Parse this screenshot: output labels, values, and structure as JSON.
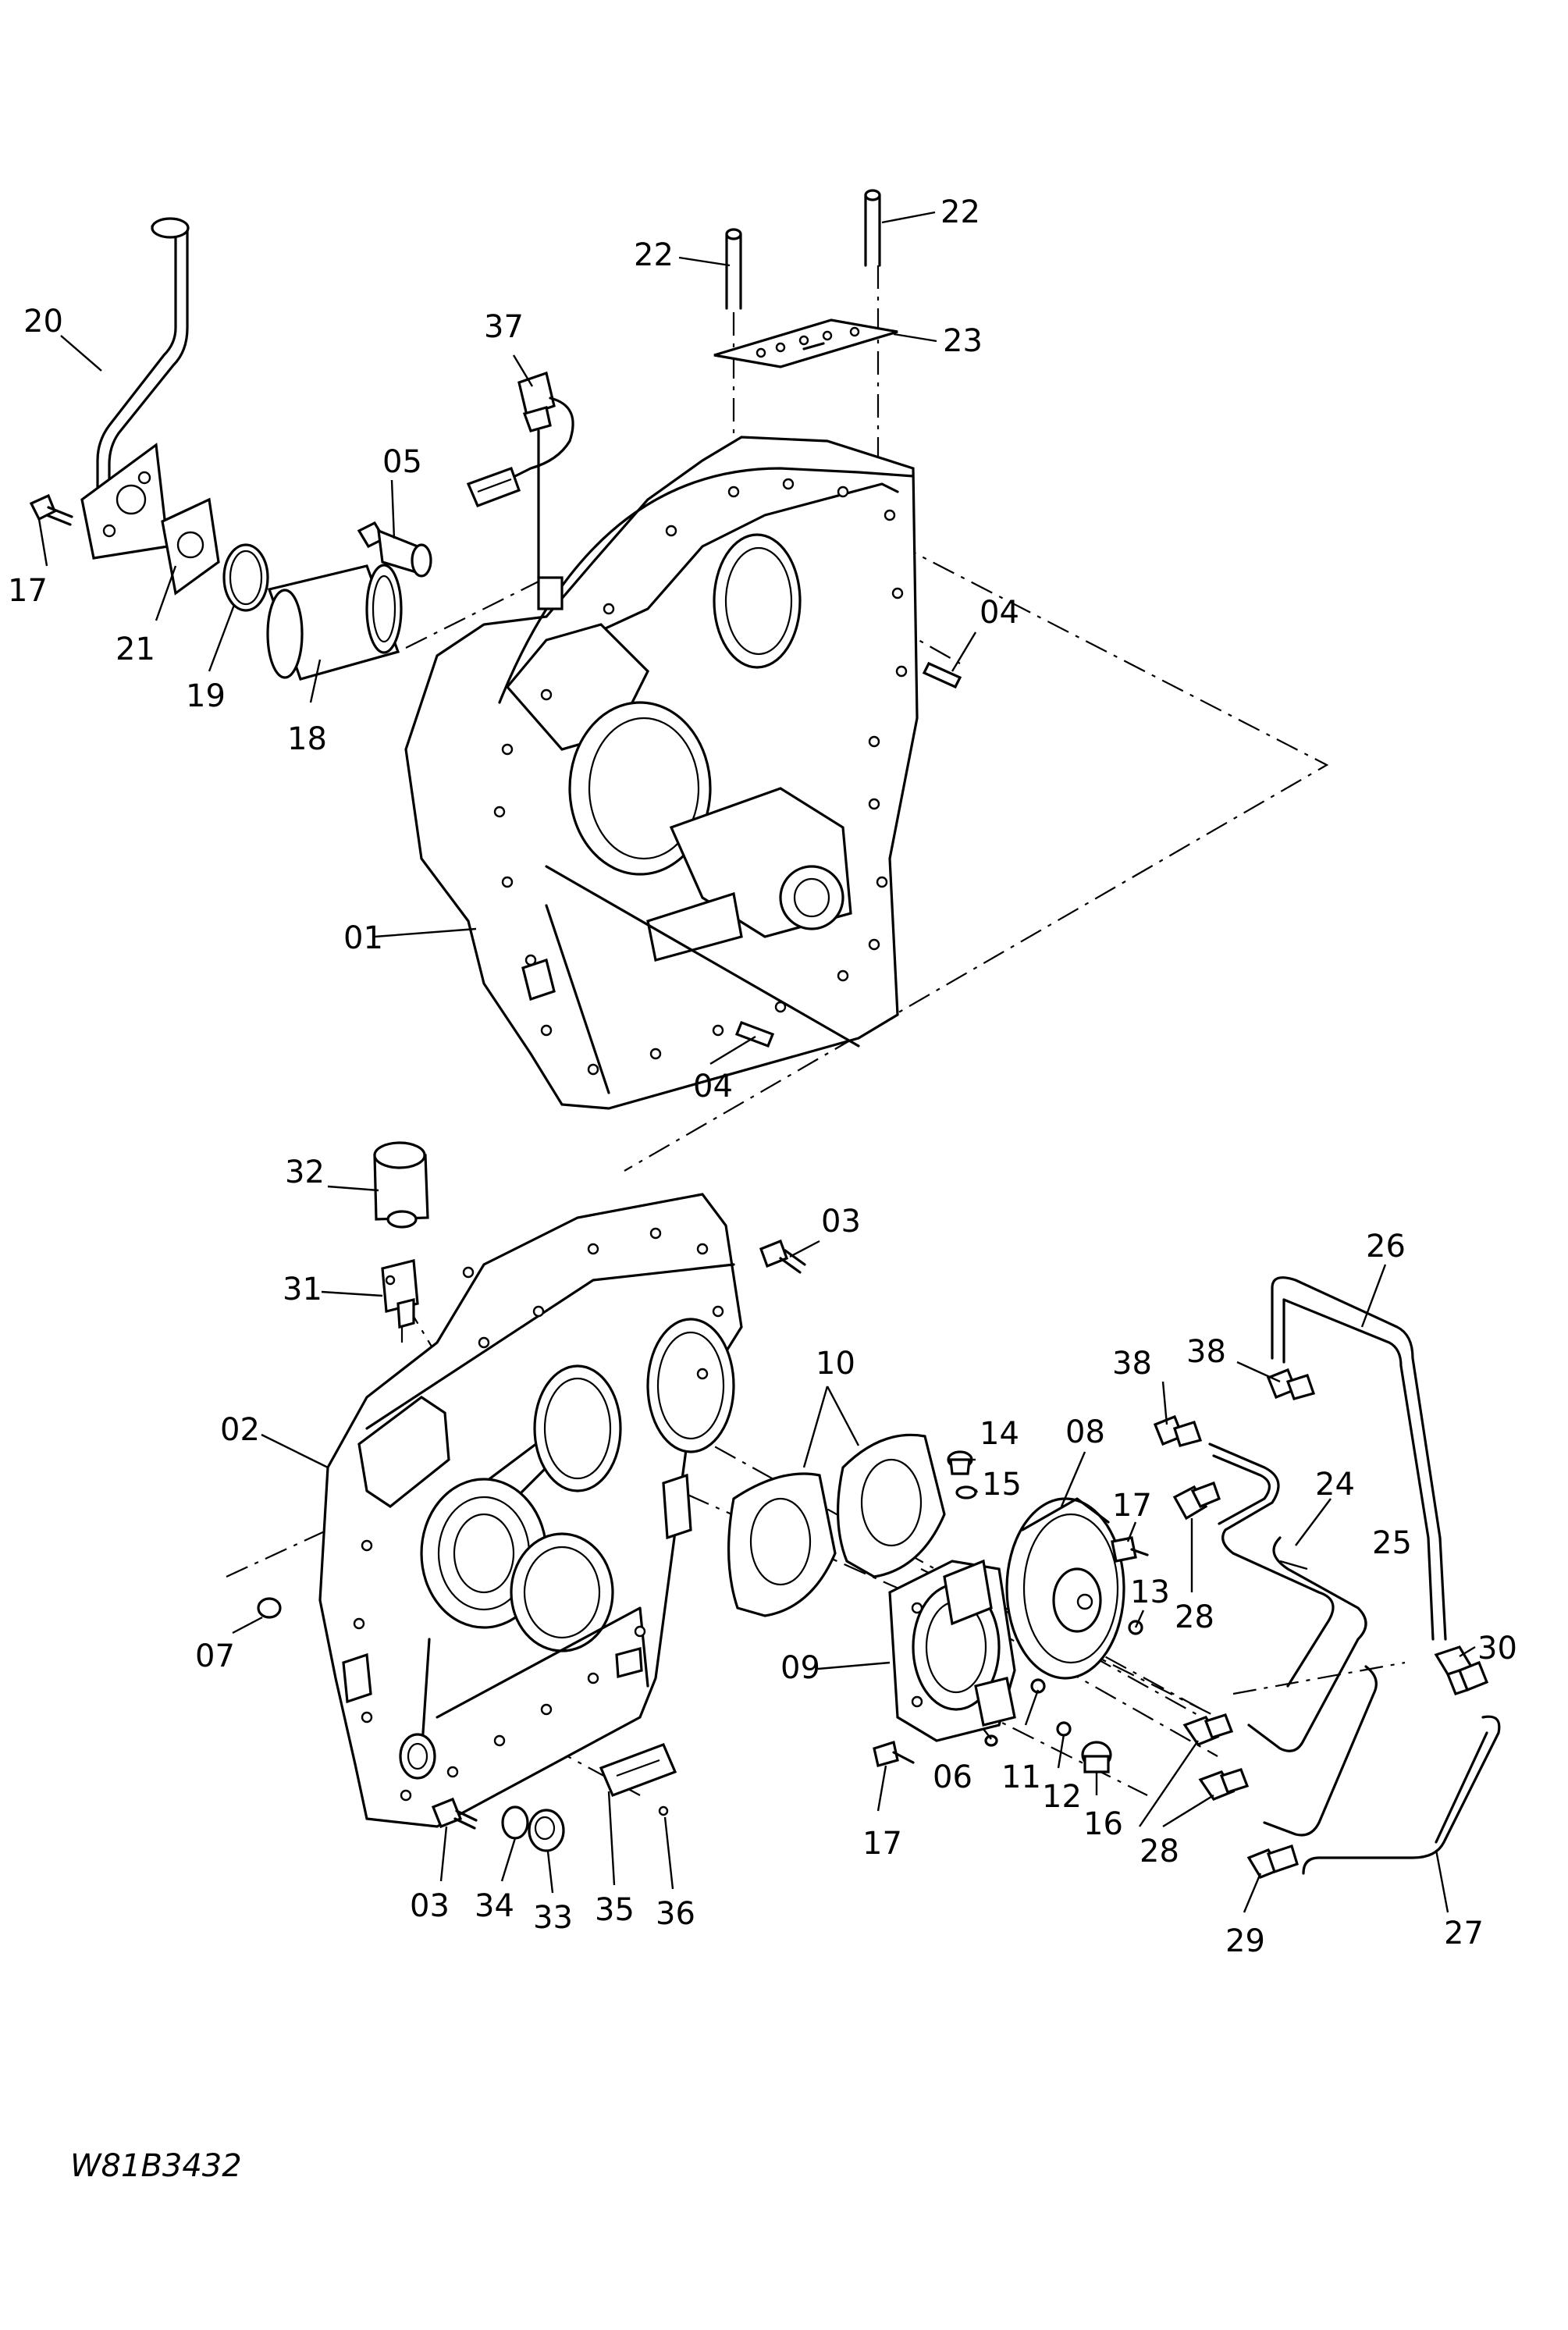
{
  "drawing_code": "W81B3432",
  "callouts": {
    "c01": "01",
    "c02": "02",
    "c03a": "03",
    "c03b": "03",
    "c04a": "04",
    "c04b": "04",
    "c05": "05",
    "c06": "06",
    "c07": "07",
    "c08": "08",
    "c09": "09",
    "c10": "10",
    "c11": "11",
    "c12": "12",
    "c13": "13",
    "c14": "14",
    "c15": "15",
    "c16": "16",
    "c17a": "17",
    "c17b": "17",
    "c17c": "17",
    "c18": "18",
    "c19": "19",
    "c20": "20",
    "c21": "21",
    "c22a": "22",
    "c22b": "22",
    "c23": "23",
    "c24": "24",
    "c25": "25",
    "c26": "26",
    "c27": "27",
    "c28a": "28",
    "c28b": "28",
    "c29": "29",
    "c30": "30",
    "c31": "31",
    "c32": "32",
    "c33": "33",
    "c34": "34",
    "c35": "35",
    "c36": "36",
    "c37": "37",
    "c38a": "38",
    "c38b": "38"
  }
}
